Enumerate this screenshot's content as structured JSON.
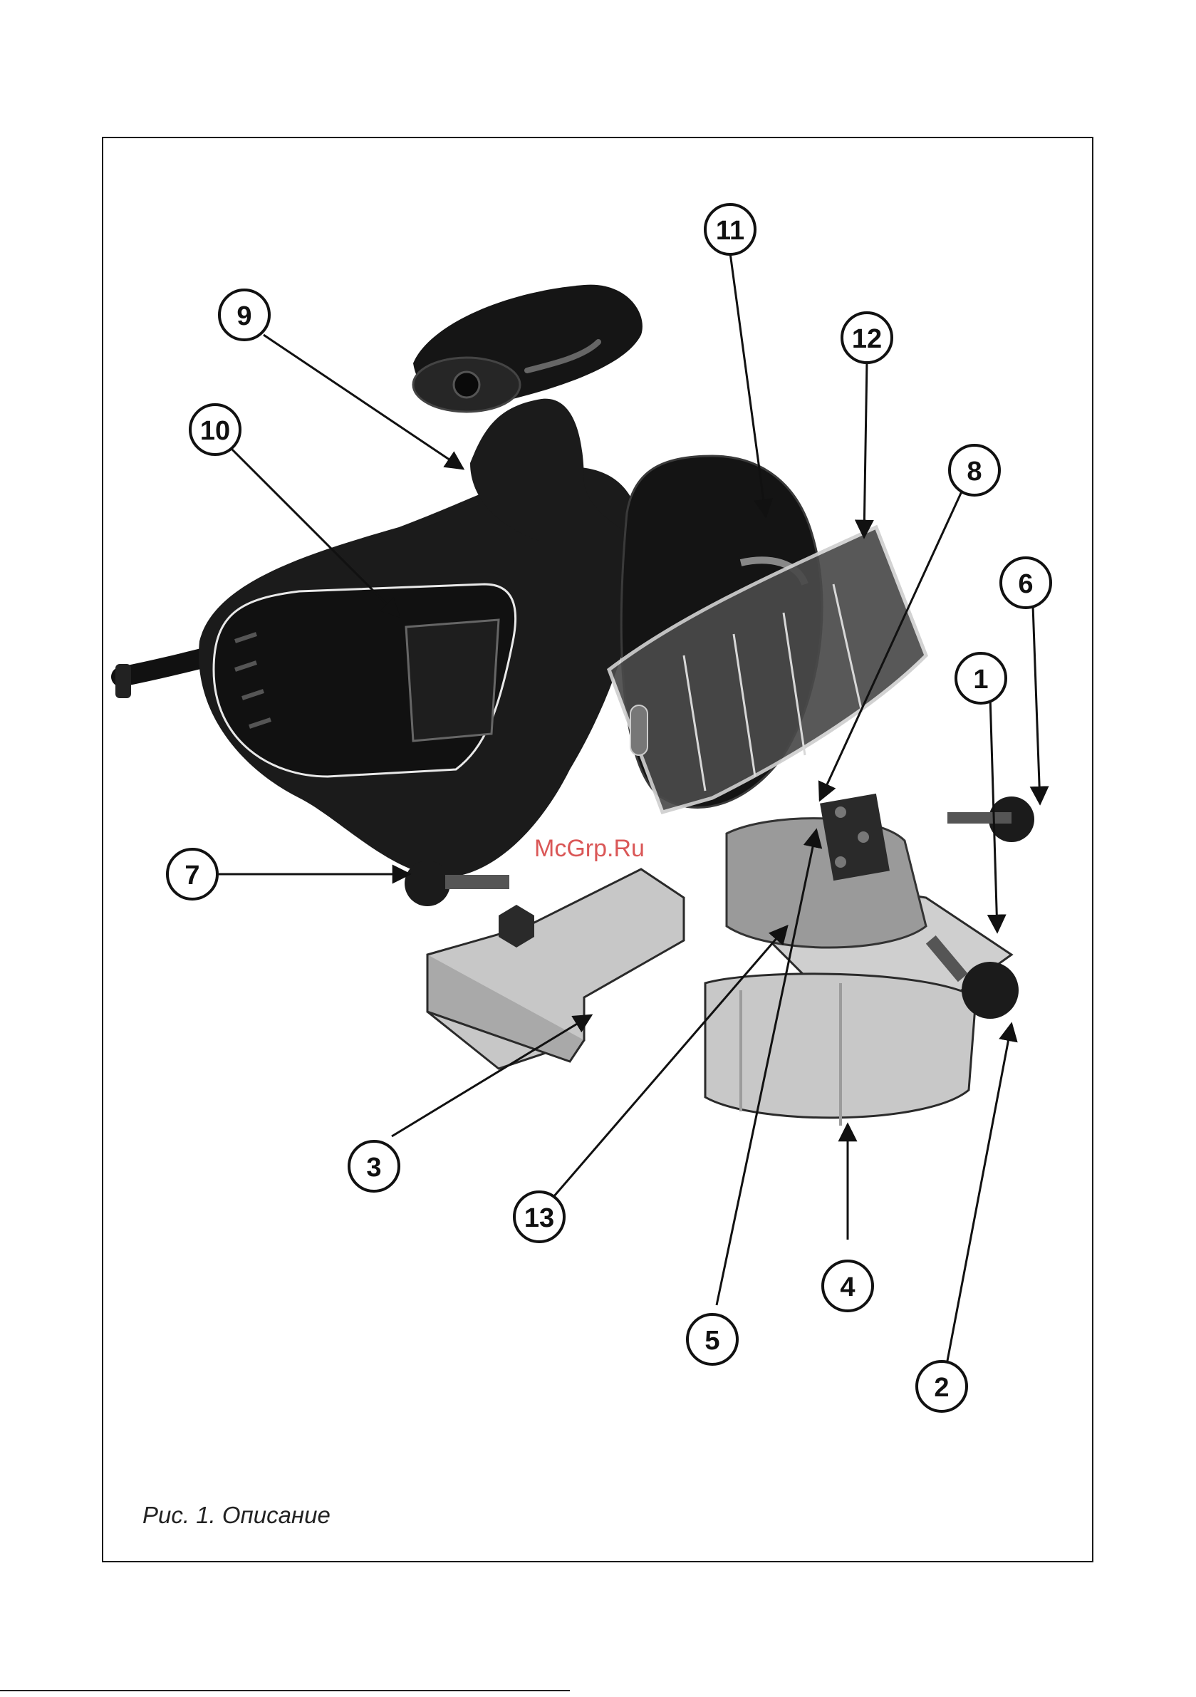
{
  "caption": "Рис. 1. Описание",
  "watermark": "McGrp.Ru",
  "callouts": [
    {
      "id": "1",
      "label": "1"
    },
    {
      "id": "2",
      "label": "2"
    },
    {
      "id": "3",
      "label": "3"
    },
    {
      "id": "4",
      "label": "4"
    },
    {
      "id": "5",
      "label": "5"
    },
    {
      "id": "6",
      "label": "6"
    },
    {
      "id": "7",
      "label": "7"
    },
    {
      "id": "8",
      "label": "8"
    },
    {
      "id": "9",
      "label": "9"
    },
    {
      "id": "10",
      "label": "10"
    },
    {
      "id": "11",
      "label": "11"
    },
    {
      "id": "12",
      "label": "12"
    },
    {
      "id": "13",
      "label": "13"
    }
  ],
  "colors": {
    "body": "#1b1b1b",
    "metal": "#bdbdbd",
    "guard": "#d7d7d7",
    "watermark": "#d43a3a"
  }
}
